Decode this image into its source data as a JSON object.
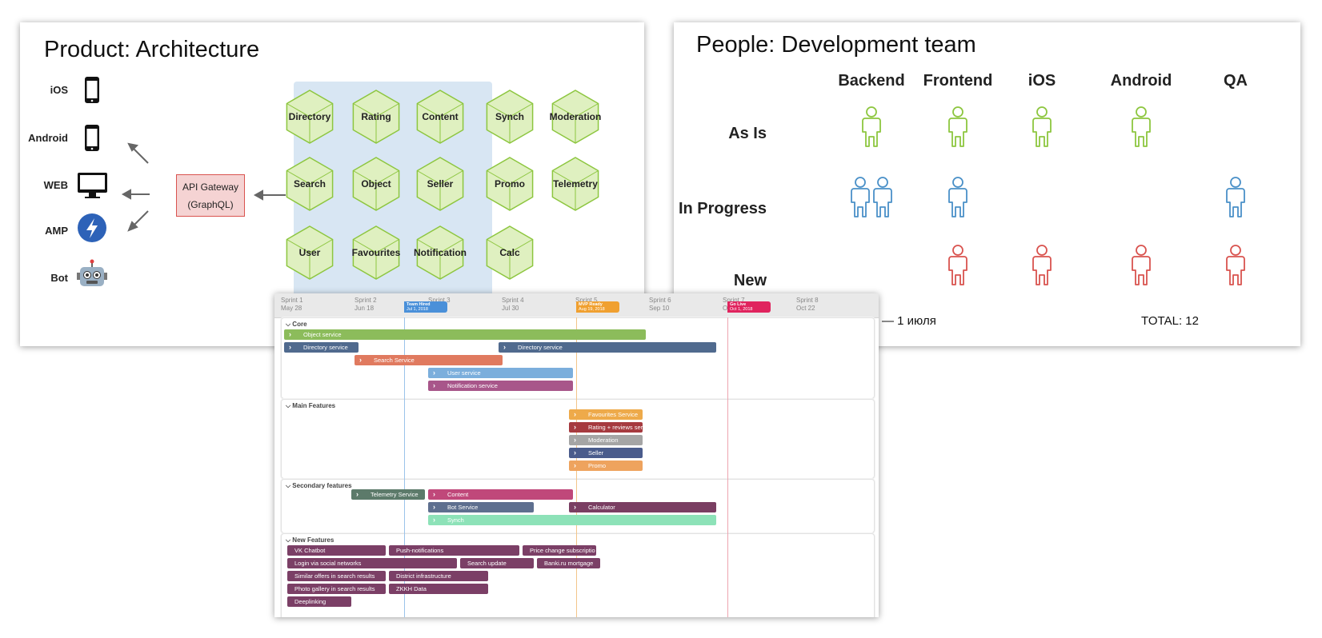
{
  "colors": {
    "accent_green": "#8dc63f",
    "accent_blue": "#4a90c8",
    "accent_red": "#d9534f",
    "hex_fill": "#dff0c0",
    "panel_blue": "#d8e6f3"
  },
  "architecture": {
    "title": "Product: Architecture",
    "clients": [
      {
        "label": "iOS",
        "icon": "phone-icon"
      },
      {
        "label": "Android",
        "icon": "phone-icon"
      },
      {
        "label": "WEB",
        "icon": "monitor-icon"
      },
      {
        "label": "AMP",
        "icon": "lightning-icon"
      },
      {
        "label": "Bot",
        "icon": "robot-icon"
      }
    ],
    "gateway": {
      "line1": "API Gateway",
      "line2": "(GraphQL)"
    },
    "services": [
      "Directory",
      "Rating",
      "Content",
      "Synch",
      "Moderation",
      "Search",
      "Object",
      "Seller",
      "Promo",
      "Telemetry",
      "User",
      "Favourites",
      "Notification",
      "Calc"
    ]
  },
  "people": {
    "title": "People: Development team",
    "columns": [
      "Backend",
      "Frontend",
      "iOS",
      "Android",
      "QA"
    ],
    "rows": [
      "As Is",
      "In Progress",
      "New"
    ],
    "counts": {
      "as_is": [
        1,
        1,
        1,
        1,
        0
      ],
      "in_progress": [
        2,
        1,
        0,
        0,
        1
      ],
      "new": [
        0,
        1,
        1,
        1,
        1
      ]
    },
    "note": "— 1 июля",
    "total": "TOTAL: 12"
  },
  "gantt": {
    "sprints": [
      {
        "name": "Sprint 1",
        "date": "May 28"
      },
      {
        "name": "Sprint 2",
        "date": "Jun 18"
      },
      {
        "name": "Sprint 3",
        "date": ""
      },
      {
        "name": "Sprint 4",
        "date": "Jul 30"
      },
      {
        "name": "Sprint 5",
        "date": ""
      },
      {
        "name": "Sprint 6",
        "date": "Sep 10"
      },
      {
        "name": "Sprint 7",
        "date": "O"
      },
      {
        "name": "Sprint 8",
        "date": "Oct 22"
      }
    ],
    "milestones": [
      {
        "label": "Team Hired",
        "date": "Jul 1, 2018",
        "color": "#4a90d9"
      },
      {
        "label": "MVP Ready",
        "date": "Aug 19, 2018",
        "color": "#f0a030"
      },
      {
        "label": "Go Live",
        "date": "Oct 1, 2018",
        "color": "#e0245e"
      }
    ],
    "sections": [
      {
        "title": "Core",
        "tasks": [
          {
            "label": "Object service",
            "color": "#8cbc5b"
          },
          {
            "label": "Directory service",
            "color": "#506a8e"
          },
          {
            "label": "Directory service",
            "color": "#506a8e"
          },
          {
            "label": "Search Service",
            "color": "#e07a5f"
          },
          {
            "label": "User service",
            "color": "#7baedc"
          },
          {
            "label": "Notification service",
            "color": "#a8568a"
          }
        ]
      },
      {
        "title": "Main Features",
        "tasks": [
          {
            "label": "Favourites Service",
            "color": "#eeaa4a"
          },
          {
            "label": "Rating + reviews ser",
            "color": "#a63a3f"
          },
          {
            "label": "Moderation",
            "color": "#a5a5a5"
          },
          {
            "label": "Seller",
            "color": "#4a5c8c"
          },
          {
            "label": "Promo",
            "color": "#eea35e"
          }
        ]
      },
      {
        "title": "Secondary features",
        "tasks": [
          {
            "label": "Telemetry Service",
            "color": "#5c7a6a"
          },
          {
            "label": "Content",
            "color": "#c0487a"
          },
          {
            "label": "Bot Service",
            "color": "#5e6f8f"
          },
          {
            "label": "Calculator",
            "color": "#7a3e62"
          },
          {
            "label": "Synch",
            "color": "#8de2b8"
          }
        ]
      },
      {
        "title": "New Features",
        "tasks": [
          {
            "label": "VK Chatbot"
          },
          {
            "label": "Push-notifications"
          },
          {
            "label": "Price change subscriptio"
          },
          {
            "label": "Login via social networks"
          },
          {
            "label": "Search update"
          },
          {
            "label": "Banki.ru mortgage"
          },
          {
            "label": "Similar offers in search results"
          },
          {
            "label": "District infrastructure"
          },
          {
            "label": "Photo gallery in search results"
          },
          {
            "label": "ZKKH Data"
          },
          {
            "label": "Deeplinking"
          }
        ]
      }
    ]
  }
}
